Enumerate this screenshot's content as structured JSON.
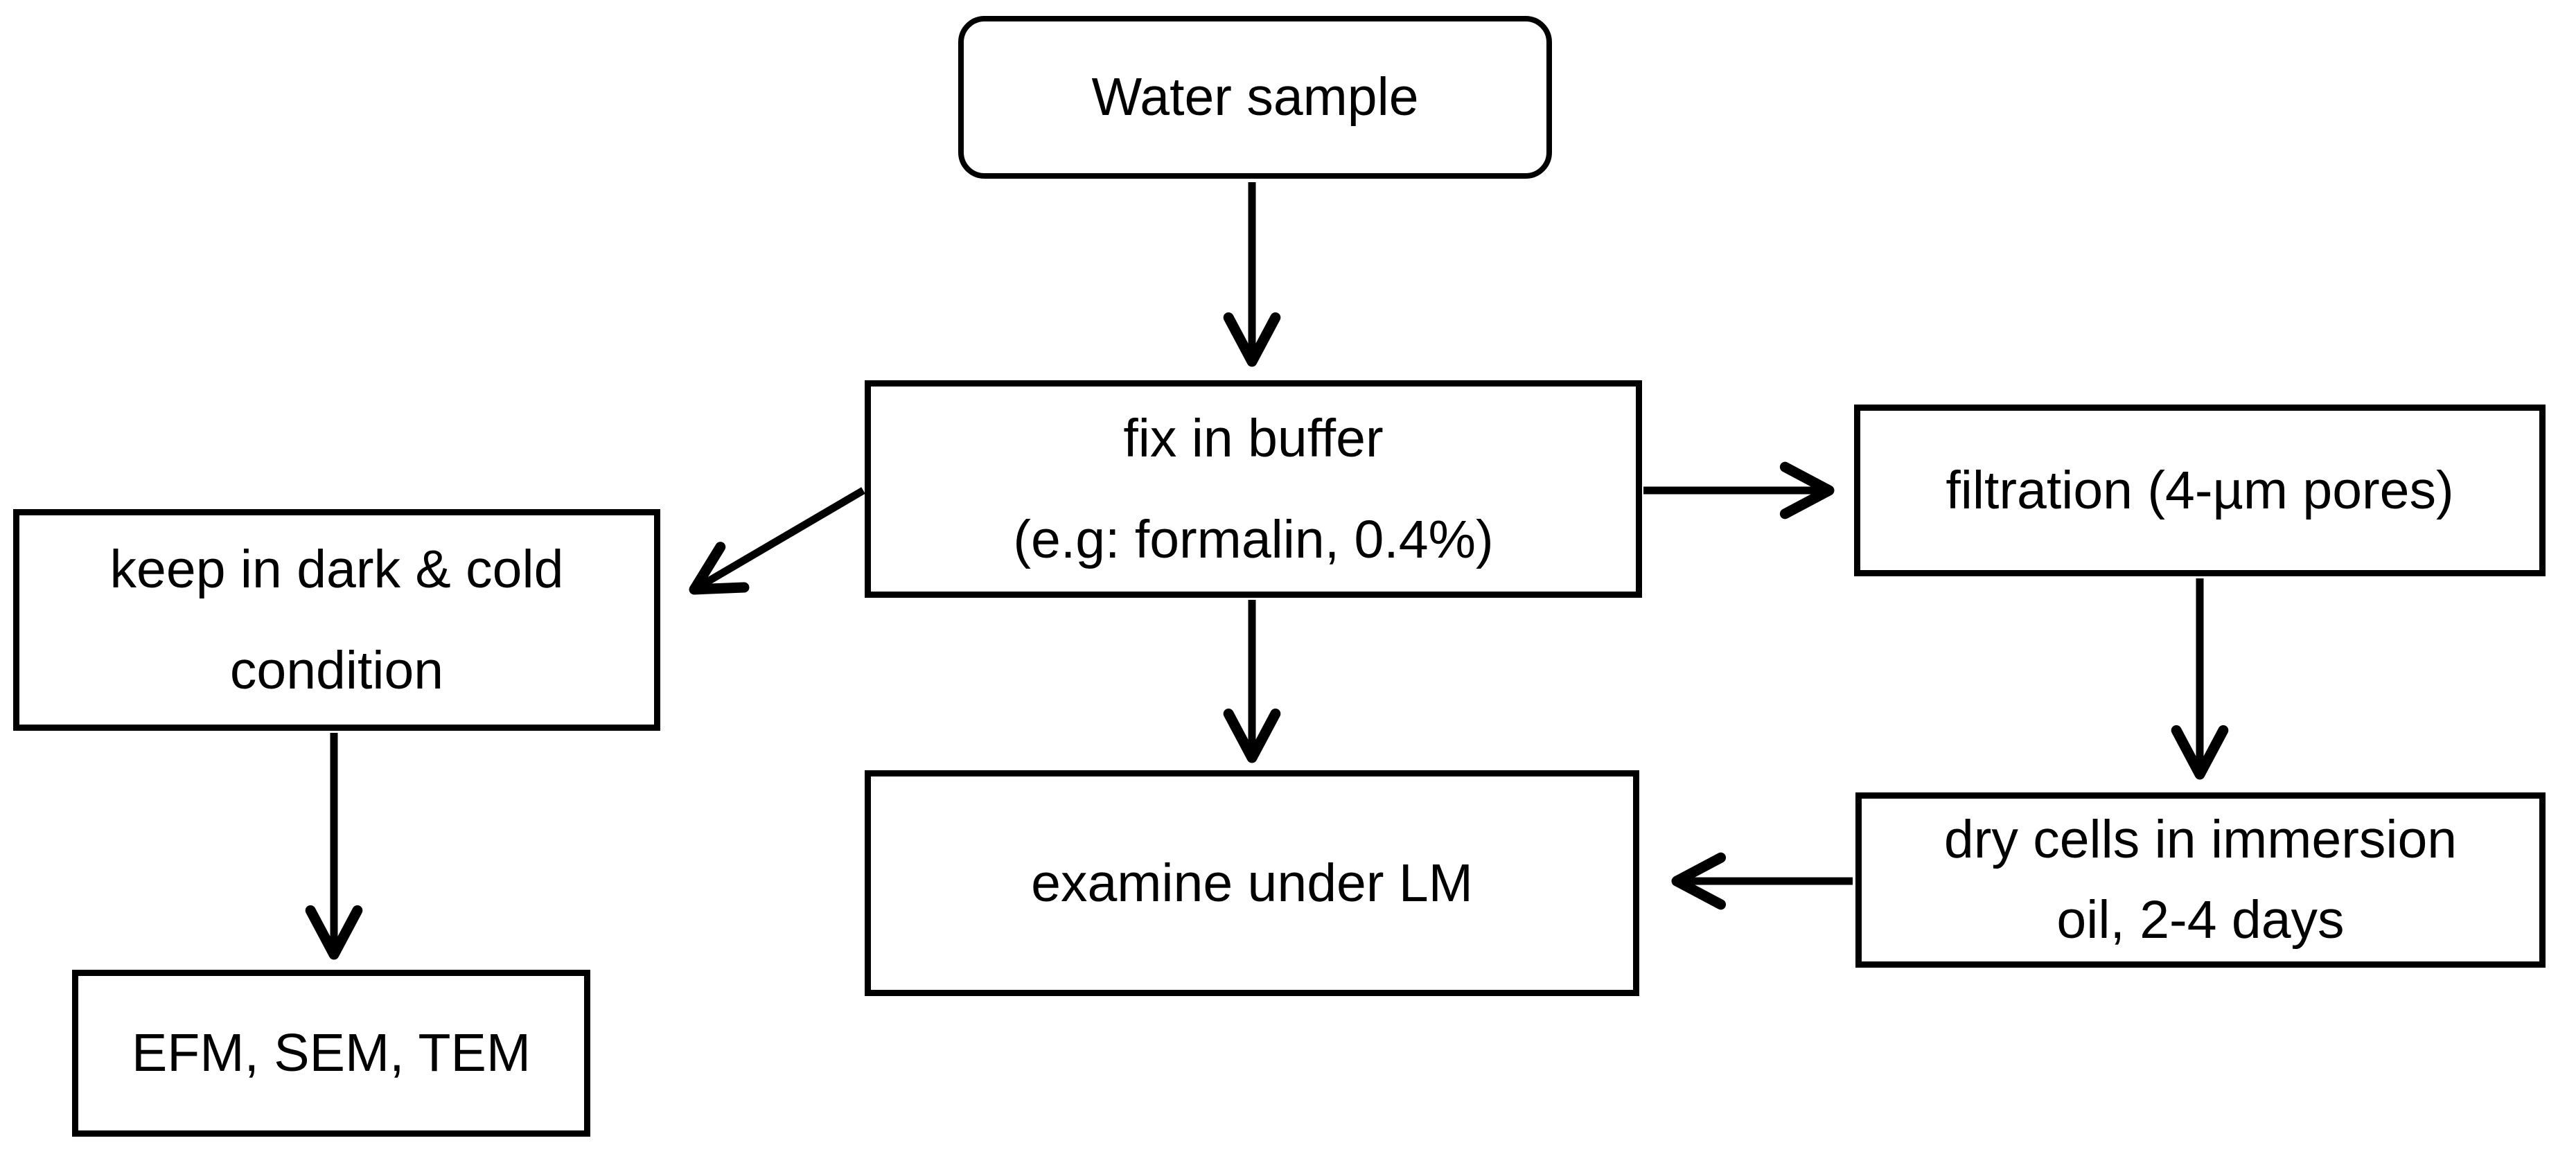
{
  "page": {
    "background": "#ffffff"
  },
  "diagram": {
    "type": "flowchart",
    "colors": {
      "node_fill": "#ffffff",
      "node_border": "#000000",
      "text": "#000000",
      "arrow": "#000000"
    },
    "nodes": {
      "water_sample": {
        "label": "Water sample",
        "shape": "rounded-rectangle"
      },
      "fix_in_buffer": {
        "line1": "fix in buffer",
        "line2": "(e.g: formalin, 0.4%)",
        "shape": "rectangle"
      },
      "keep_dark_cold": {
        "line1": "keep in dark & cold",
        "line2": "condition",
        "shape": "rectangle"
      },
      "filtration": {
        "label": "filtration (4-µm pores)",
        "shape": "rectangle"
      },
      "examine_lm": {
        "label": "examine under LM",
        "shape": "rectangle"
      },
      "dry_cells": {
        "line1": "dry cells in immersion",
        "line2": "oil, 2-4 days",
        "shape": "rectangle"
      },
      "efm_sem_tem": {
        "label": "EFM, SEM, TEM",
        "shape": "rectangle"
      }
    },
    "edges": [
      {
        "from": "water_sample",
        "to": "fix_in_buffer"
      },
      {
        "from": "fix_in_buffer",
        "to": "keep_dark_cold"
      },
      {
        "from": "fix_in_buffer",
        "to": "filtration"
      },
      {
        "from": "fix_in_buffer",
        "to": "examine_lm"
      },
      {
        "from": "filtration",
        "to": "dry_cells"
      },
      {
        "from": "dry_cells",
        "to": "examine_lm"
      },
      {
        "from": "keep_dark_cold",
        "to": "efm_sem_tem"
      }
    ]
  }
}
